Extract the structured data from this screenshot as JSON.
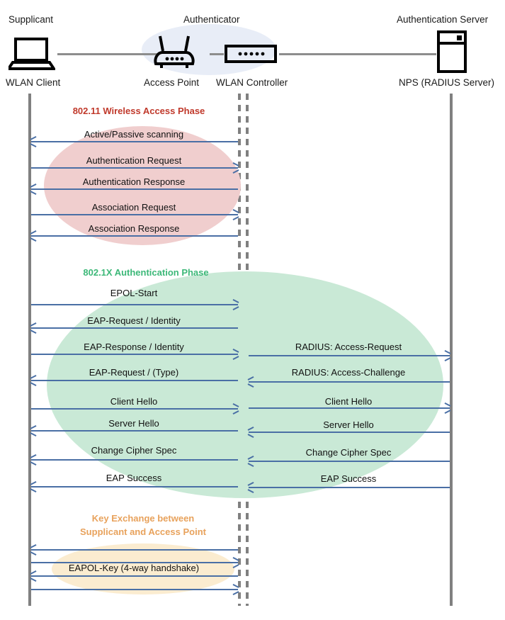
{
  "diagram": {
    "title": "802.1X / WPA2-Enterprise WLAN authentication sequence",
    "colors": {
      "arrow": "#4a6fa5",
      "lifeline": "#808080",
      "wire": "#8d8d8d",
      "phase1_bg": "#f0cece",
      "phase1_title": "#c0392b",
      "phase2_bg": "#c9e9d6",
      "phase2_title": "#3cb878",
      "phase3_bg": "#fbecd0",
      "phase3_title": "#e8a25c",
      "authenticator_bg": "#e8edf7"
    },
    "actors": [
      {
        "role": "Supplicant",
        "device": "WLAN Client",
        "icon": "laptop-icon"
      },
      {
        "role": "Authenticator",
        "device": "Access Point",
        "icon": "access-point-icon"
      },
      {
        "role": "",
        "device": "WLAN Controller",
        "icon": "wlan-controller-icon"
      },
      {
        "role": "Authentication Server",
        "device": "NPS (RADIUS Server)",
        "icon": "server-icon"
      }
    ],
    "phases": [
      {
        "id": "phase-80211",
        "title": "802.11 Wireless Access Phase",
        "messages": [
          {
            "label": "Active/Passive scanning",
            "dir": "both",
            "segment": "left"
          },
          {
            "label": "Authentication Request",
            "dir": "right",
            "segment": "left"
          },
          {
            "label": "Authentication Response",
            "dir": "left",
            "segment": "left"
          },
          {
            "label": "Association Request",
            "dir": "right",
            "segment": "left"
          },
          {
            "label": "Association Response",
            "dir": "left",
            "segment": "left"
          }
        ]
      },
      {
        "id": "phase-8021x",
        "title": "802.1X Authentication Phase",
        "messages": [
          {
            "label": "EPOL-Start",
            "dir": "right",
            "segment": "left"
          },
          {
            "label": "EAP-Request / Identity",
            "dir": "left",
            "segment": "left"
          },
          {
            "label": "EAP-Response / Identity",
            "dir": "right",
            "segment": "left"
          },
          {
            "label": "RADIUS: Access-Request",
            "dir": "right",
            "segment": "right"
          },
          {
            "label": "EAP-Request / (Type)",
            "dir": "left",
            "segment": "left"
          },
          {
            "label": "RADIUS: Access-Challenge",
            "dir": "left",
            "segment": "right"
          },
          {
            "label": "Client Hello",
            "dir": "right",
            "segment": "left"
          },
          {
            "label": "Client Hello",
            "dir": "right",
            "segment": "right"
          },
          {
            "label": "Server Hello",
            "dir": "left",
            "segment": "left"
          },
          {
            "label": "Server Hello",
            "dir": "left",
            "segment": "right"
          },
          {
            "label": "Change Cipher Spec",
            "dir": "left",
            "segment": "left"
          },
          {
            "label": "Change Cipher Spec",
            "dir": "left",
            "segment": "right"
          },
          {
            "label": "EAP Success",
            "dir": "left",
            "segment": "left"
          },
          {
            "label": "EAP Success",
            "dir": "left",
            "segment": "right"
          }
        ]
      },
      {
        "id": "phase-keyexchange",
        "title_line1": "Key Exchange between",
        "title_line2": "Supplicant and Access Point",
        "messages": [
          {
            "label": "",
            "dir": "left",
            "segment": "left"
          },
          {
            "label": "",
            "dir": "right",
            "segment": "left"
          },
          {
            "label": "EAPOL-Key (4-way handshake)",
            "dir": "left",
            "segment": "left"
          },
          {
            "label": "",
            "dir": "right",
            "segment": "left"
          }
        ]
      }
    ]
  }
}
